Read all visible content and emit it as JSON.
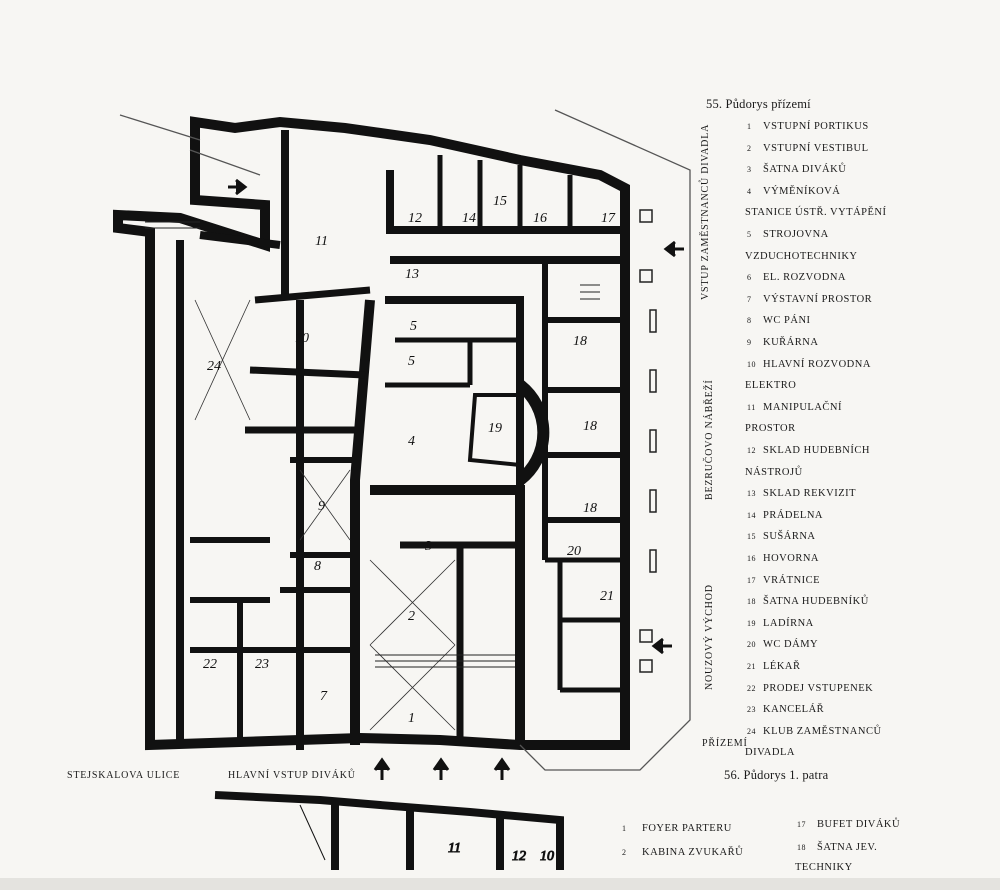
{
  "captions": {
    "top": "55. Půdorys přízemí",
    "bottom": "56. Půdorys 1. patra"
  },
  "legend_55": [
    {
      "n": "1",
      "t": "VSTUPNÍ PORTIKUS"
    },
    {
      "n": "2",
      "t": "VSTUPNÍ VESTIBUL"
    },
    {
      "n": "3",
      "t": "ŠATNA DIVÁKŮ"
    },
    {
      "n": "4",
      "t": "VÝMĚNÍKOVÁ"
    },
    {
      "n": "",
      "t": "STANICE ÚSTŘ. VYTÁPĚNÍ"
    },
    {
      "n": "5",
      "t": "STROJOVNA"
    },
    {
      "n": "",
      "t": "VZDUCHOTECHNIKY"
    },
    {
      "n": "6",
      "t": "EL. ROZVODNA"
    },
    {
      "n": "7",
      "t": "VÝSTAVNÍ PROSTOR"
    },
    {
      "n": "8",
      "t": "WC PÁNI"
    },
    {
      "n": "9",
      "t": "KUŘÁRNA"
    },
    {
      "n": "10",
      "t": "HLAVNÍ ROZVODNA"
    },
    {
      "n": "",
      "t": "ELEKTRO"
    },
    {
      "n": "11",
      "t": "MANIPULAČNÍ"
    },
    {
      "n": "",
      "t": "PROSTOR"
    },
    {
      "n": "12",
      "t": "SKLAD HUDEBNÍCH"
    },
    {
      "n": "",
      "t": "NÁSTROJŮ"
    },
    {
      "n": "13",
      "t": "SKLAD REKVIZIT"
    },
    {
      "n": "14",
      "t": "PRÁDELNA"
    },
    {
      "n": "15",
      "t": "SUŠÁRNA"
    },
    {
      "n": "16",
      "t": "HOVORNA"
    },
    {
      "n": "17",
      "t": "VRÁTNICE"
    },
    {
      "n": "18",
      "t": "ŠATNA HUDEBNÍKŮ"
    },
    {
      "n": "19",
      "t": "LADÍRNA"
    },
    {
      "n": "20",
      "t": "WC DÁMY"
    },
    {
      "n": "21",
      "t": "LÉKAŘ"
    },
    {
      "n": "22",
      "t": "PRODEJ VSTUPENEK"
    },
    {
      "n": "23",
      "t": "KANCELÁŘ"
    },
    {
      "n": "24",
      "t": "KLUB ZAMĚSTNANCŮ"
    },
    {
      "n": "",
      "t": "DIVADLA"
    }
  ],
  "legend_56": [
    {
      "n": "1",
      "t": "FOYER PARTERU"
    },
    {
      "n": "2",
      "t": "KABINA ZVUKAŘŮ"
    },
    {
      "n": "17",
      "t": "BUFET DIVÁKŮ"
    },
    {
      "n": "18",
      "t": "ŠATNA JEV."
    },
    {
      "n": "",
      "t": "TECHNIKY"
    }
  ],
  "labels": {
    "street_left": "STEJSKALOVA ULICE",
    "main_entrance": "HLAVNÍ VSTUP DIVÁKŮ",
    "ground_floor": "PŘÍZEMÍ",
    "staff_entrance": "VSTUP ZAMĚSTNANCŮ DIVADLA",
    "embankment": "BEZRUČOVO NÁBŘEŽÍ",
    "emergency_exit": "NOUZOVÝ VÝCHOD"
  },
  "room_numbers": [
    "1",
    "2",
    "3",
    "4",
    "5",
    "5",
    "7",
    "8",
    "9",
    "10",
    "11",
    "12",
    "13",
    "14",
    "15",
    "16",
    "17",
    "18",
    "18",
    "18",
    "19",
    "20",
    "21",
    "22",
    "23",
    "24",
    "11",
    "12",
    "10"
  ]
}
